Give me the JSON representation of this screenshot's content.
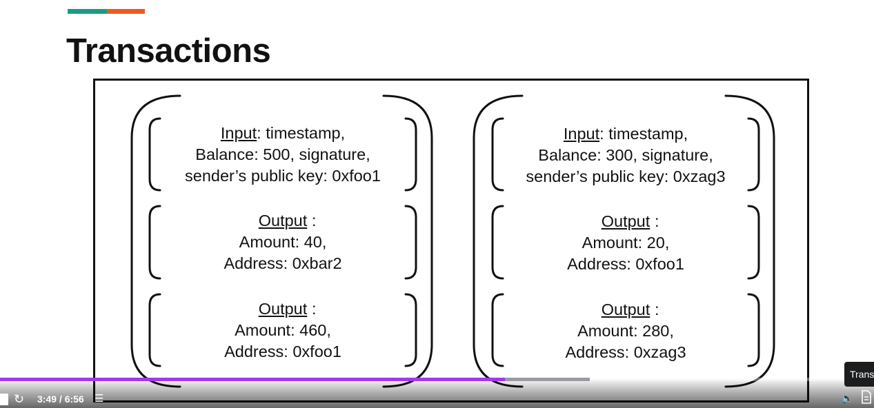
{
  "slide": {
    "title": "Transactions",
    "accent_colors": [
      "#1b9a84",
      "#ef5a1f"
    ]
  },
  "transactions": [
    {
      "input": {
        "header": "Input",
        "line1": ": timestamp,",
        "line2": "Balance: 500, signature,",
        "line3": "sender’s public key: 0xfoo1"
      },
      "outputs": [
        {
          "header": "Output",
          "line1": "Amount: 40,",
          "line2": "Address: 0xbar2"
        },
        {
          "header": "Output",
          "line1": "Amount: 460,",
          "line2": "Address: 0xfoo1"
        }
      ]
    },
    {
      "input": {
        "header": "Input",
        "line1": ": timestamp,",
        "line2": "Balance: 300, signature,",
        "line3": "sender’s public key: 0xzag3"
      },
      "outputs": [
        {
          "header": "Output",
          "line1": "Amount: 20,",
          "line2": "Address: 0xfoo1"
        },
        {
          "header": "Output",
          "line1": "Amount: 280,",
          "line2": "Address: 0xzag3"
        }
      ]
    }
  ],
  "player": {
    "time": "3:49 / 6:56",
    "progress_fraction": 0.578,
    "buffered_fraction": 0.675,
    "progress_color": "#a435f0",
    "tooltip": "Transcript",
    "icons": [
      "play-icon",
      "rewind-icon",
      "notes-icon",
      "volume-icon",
      "transcript-icon"
    ]
  }
}
